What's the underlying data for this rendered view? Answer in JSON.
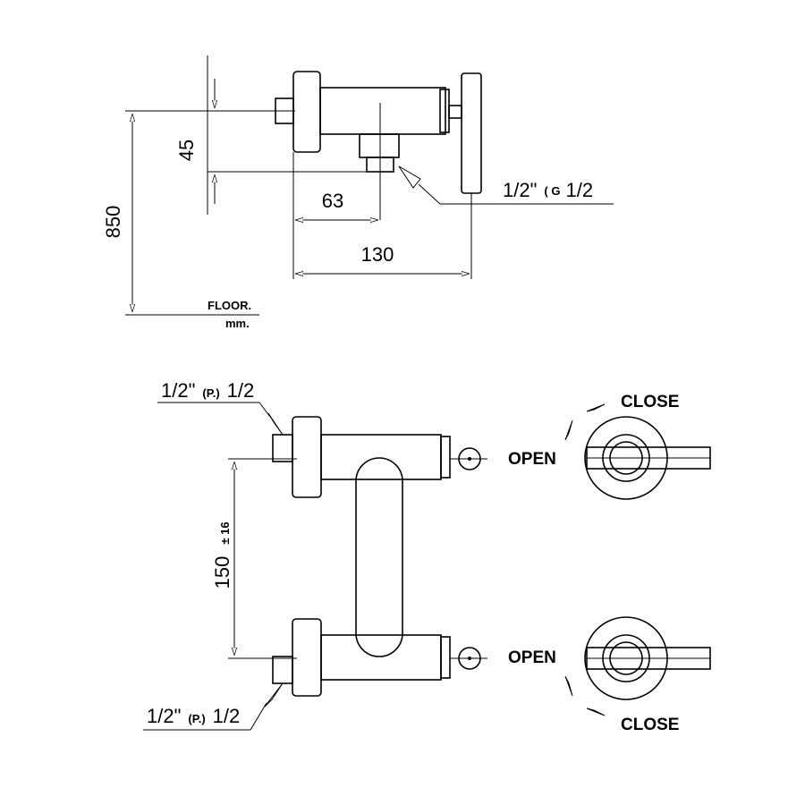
{
  "side_view": {
    "height_dim": "850",
    "offset_dim": "45",
    "outlet_dim": "63",
    "depth_dim": "130",
    "outlet_thread": {
      "main": "1/2\"",
      "paren": "( G",
      "tail": "1/2"
    },
    "floor_label": "FLOOR.",
    "unit_label": "mm."
  },
  "front_view": {
    "spacing_dim": "150",
    "spacing_tol": "± 16",
    "top_inlet": {
      "main": "1/2\"",
      "paren": "(P.)",
      "tail": "1/2"
    },
    "bottom_inlet": {
      "main": "1/2\"",
      "paren": "(P.)",
      "tail": "1/2"
    }
  },
  "handles": {
    "top": {
      "close_label": "CLOSE",
      "open_label": "OPEN"
    },
    "bottom": {
      "open_label": "OPEN",
      "close_label": "CLOSE"
    }
  }
}
